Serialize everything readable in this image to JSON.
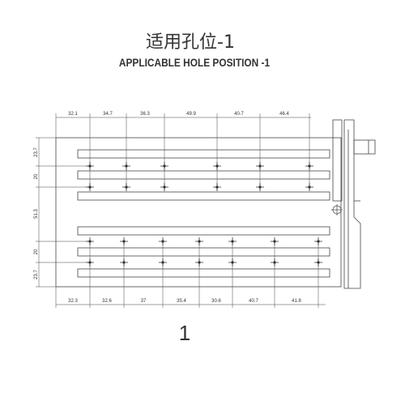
{
  "title_cn": "适用孔位-1",
  "title_en": "APPLICABLE HOLE POSITION -1",
  "page_number": "1",
  "dimensions": {
    "top": [
      "32.1",
      "34.7",
      "36.3",
      "49.9",
      "40.7",
      "46.4"
    ],
    "bottom": [
      "32.3",
      "32.6",
      "37",
      "35.4",
      "30.6",
      "40.7",
      "41.8"
    ],
    "left": [
      "23.7",
      "20",
      "51.3",
      "20",
      "23.7"
    ]
  }
}
